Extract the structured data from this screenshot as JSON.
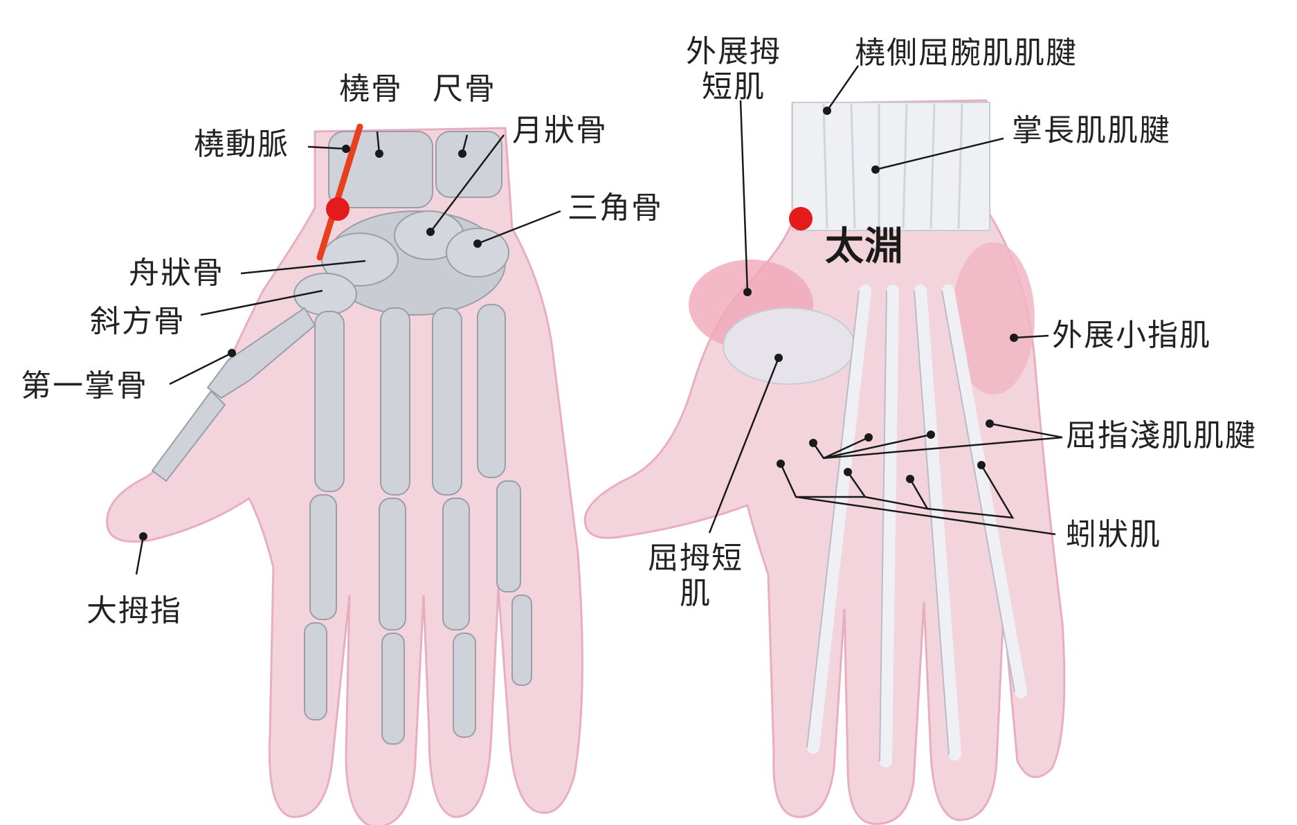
{
  "colors": {
    "skin": "#f3d3dc",
    "skin_edge": "#e8aebf",
    "bone": "#c9ccd3",
    "bone_edge": "#9a9ea8",
    "tendon": "#eef0f4",
    "muscle": "#f0a8b8",
    "artery": "#e8401e",
    "point": "#e51a1a",
    "leader": "#1a1a1a"
  },
  "left_hand": {
    "labels": {
      "radial_artery": "橈動脈",
      "radius": "橈骨",
      "ulna": "尺骨",
      "lunate": "月狀骨",
      "triquetrum": "三角骨",
      "scaphoid": "舟狀骨",
      "trapezium": "斜方骨",
      "first_metacarpal": "第一掌骨",
      "thumb": "大拇指"
    }
  },
  "right_hand": {
    "labels": {
      "abductor_pollicis_brevis": "外展拇短肌",
      "flexor_carpi_radialis_tendon": "橈側屈腕肌肌腱",
      "palmaris_longus_tendon": "掌長肌肌腱",
      "acupoint": "太淵",
      "abductor_digiti_minimi": "外展小指肌",
      "flexor_digitorum_superficialis_tendon": "屈指淺肌肌腱",
      "lumbricals": "蚓狀肌",
      "flexor_pollicis_brevis": "屈拇短肌"
    }
  }
}
